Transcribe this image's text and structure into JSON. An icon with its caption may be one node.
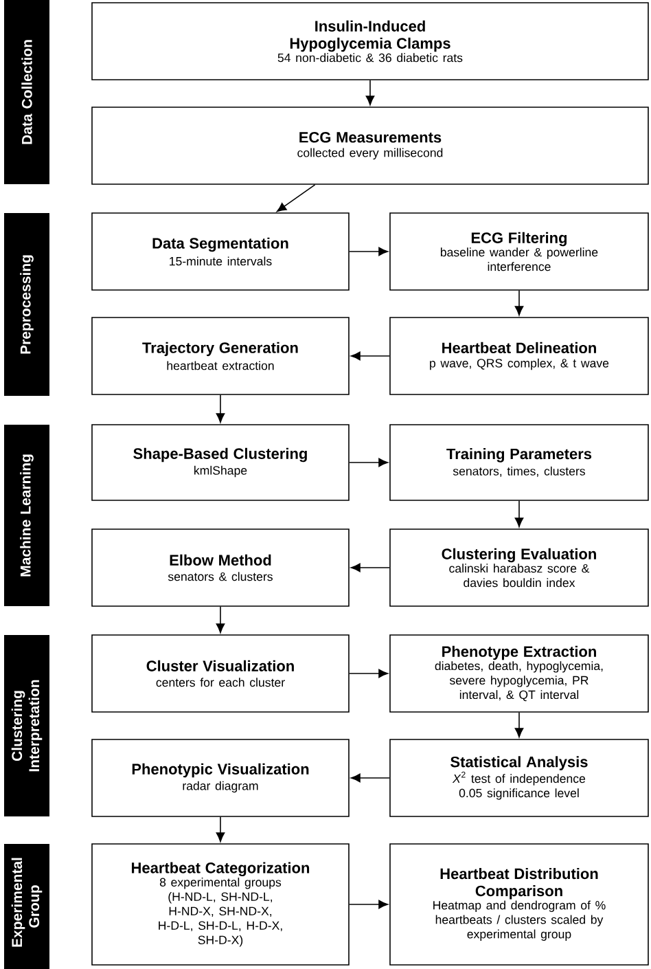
{
  "diagram": {
    "nodes": [
      {
        "text": [
          "Data Collection"
        ]
      },
      {
        "text": [
          "Insulin-Induced Hypoglycemia Clamps",
          "54 non-diabetic & 36 diabetic rats"
        ]
      },
      {
        "text": [
          "ECG Measurements",
          "collected every millisecond"
        ]
      },
      {
        "text": [
          "Preprocessing"
        ]
      },
      {
        "text": [
          "Data Segmentation",
          "15-minute intervals"
        ]
      },
      {
        "text": [
          "ECG Filtering",
          "baseline wander & powerline interference"
        ]
      },
      {
        "text": [
          "Trajectory Generation",
          "heartbeat extraction"
        ]
      },
      {
        "text": [
          "Heartbeat Delineation",
          "p wave, QRS complex, & t wave"
        ]
      },
      {
        "text": [
          "Machine Learning"
        ]
      },
      {
        "text": [
          "Shape-Based Clustering",
          "kmlShape"
        ]
      },
      {
        "text": [
          "Training Parameters",
          "senators, times, clusters"
        ]
      },
      {
        "text": [
          "Elbow Method",
          "senators & clusters"
        ]
      },
      {
        "text": [
          "Clustering Evaluation",
          "calinski harabasz score & davies bouldin index"
        ]
      },
      {
        "text": [
          "Clustering Interpretation"
        ]
      },
      {
        "text": [
          "Cluster Visualization",
          "centers for each cluster"
        ]
      },
      {
        "text": [
          "Phenotype Extraction",
          "diabetes, death, hypoglycemia, severe hypoglycemia, PR interval, & QT interval"
        ]
      },
      {
        "text": [
          "Phenotypic Visualization",
          "radar diagram"
        ]
      },
      {
        "text": [
          "Statistical Analysis",
          "*X*$^{2}$ test of independence 0.05 significance level"
        ]
      },
      {
        "text": [
          "Experimental Group"
        ]
      },
      {
        "text": [
          "Heartbeat Categorization",
          "8 experimental groups (H-ND-L, SH-ND-L, H-ND-X, SH-ND-X, H-D-L, SH-D-L, H-D-X, SH-D-X)"
        ]
      },
      {
        "text": [
          "Heartbeat Distribution Comparison",
          "Heatmap and dendrogram of % heartbeats / clusters scaled by experimental group"
        ]
      }
    ],
    "edges": [
      {
        "from": 1,
        "to": 2,
        "arrow": "to"
      },
      {
        "from": 2,
        "to": 4,
        "arrow": "to"
      },
      {
        "from": 4,
        "to": 5,
        "arrow": "to"
      },
      {
        "from": 5,
        "to": 7,
        "arrow": "to"
      },
      {
        "from": 7,
        "to": 6,
        "arrow": "to"
      },
      {
        "from": 6,
        "to": 9,
        "arrow": "to"
      },
      {
        "from": 9,
        "to": 10,
        "arrow": "to"
      },
      {
        "from": 10,
        "to": 12,
        "arrow": "to"
      },
      {
        "from": 12,
        "to": 11,
        "arrow": "to"
      },
      {
        "from": 11,
        "to": 14,
        "arrow": "to"
      },
      {
        "from": 14,
        "to": 15,
        "arrow": "to"
      },
      {
        "from": 15,
        "to": 17,
        "arrow": "to"
      },
      {
        "from": 17,
        "to": 16,
        "arrow": "to"
      },
      {
        "from": 16,
        "to": 19,
        "arrow": "to"
      },
      {
        "from": 19,
        "to": 20,
        "arrow": "to"
      }
    ]
  }
}
